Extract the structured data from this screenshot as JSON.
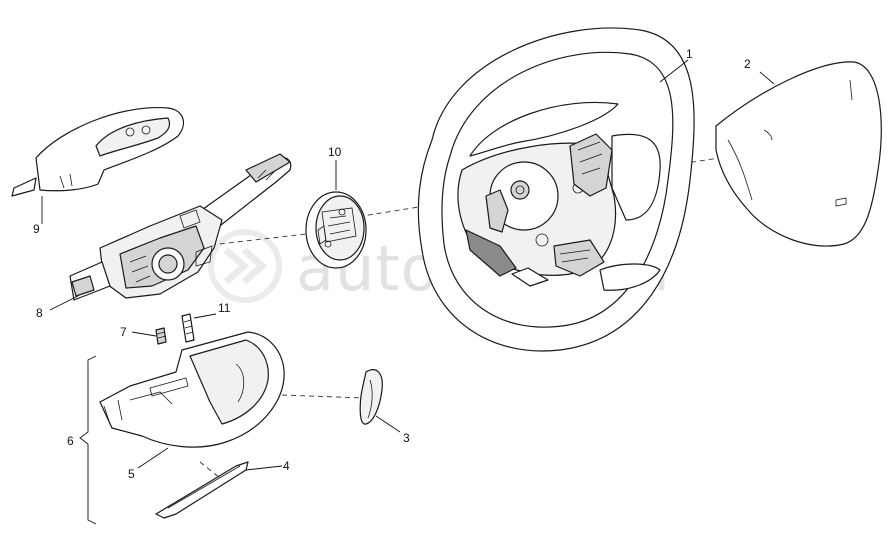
{
  "watermark": "autopiter.ru",
  "callouts": [
    {
      "id": "1",
      "label": "1"
    },
    {
      "id": "2",
      "label": "2"
    },
    {
      "id": "3",
      "label": "3"
    },
    {
      "id": "4",
      "label": "4"
    },
    {
      "id": "5",
      "label": "5"
    },
    {
      "id": "6",
      "label": "6"
    },
    {
      "id": "7",
      "label": "7"
    },
    {
      "id": "8",
      "label": "8"
    },
    {
      "id": "9",
      "label": "9"
    },
    {
      "id": "10",
      "label": "10"
    },
    {
      "id": "11",
      "label": "11"
    }
  ]
}
